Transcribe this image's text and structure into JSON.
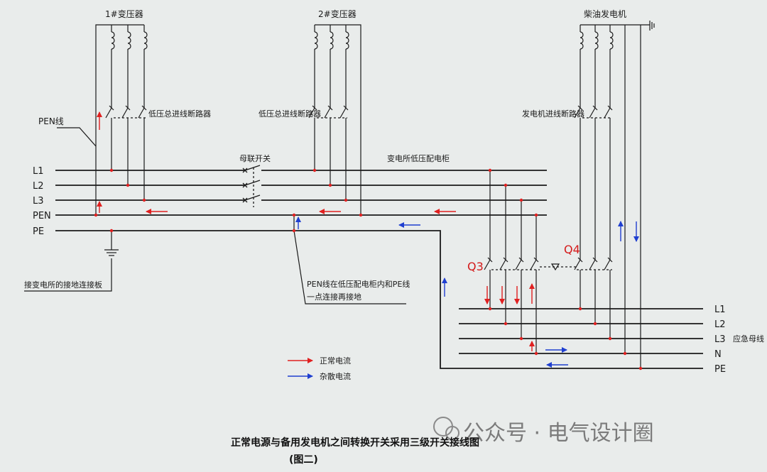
{
  "labels": {
    "transformer1": "1#变压器",
    "transformer2": "2#变压器",
    "generator": "柴油发电机",
    "breaker_main1": "低压总进线断路器",
    "breaker_main2": "低压总进线断路器",
    "breaker_gen": "发电机进线断路器",
    "pen_line": "PEN线",
    "tie_switch": "母联开关",
    "lv_cabinet": "变电所低压配电柜",
    "ground_plate": "接变电所的接地连接板",
    "pen_note_1": "PEN线在低压配电柜内和PE线",
    "pen_note_2": "一点连接再接地",
    "q3": "Q3",
    "q4": "Q4",
    "emergency_bus": "应急母线"
  },
  "bus_left": [
    "L1",
    "L2",
    "L3",
    "PEN",
    "PE"
  ],
  "bus_right": [
    "L1",
    "L2",
    "L3",
    "N",
    "PE"
  ],
  "legend": {
    "normal": "正常电流",
    "stray": "杂散电流"
  },
  "colors": {
    "normal_current": "#e02020",
    "stray_current": "#1f3fd0",
    "line": "#1a1a1a"
  },
  "title": {
    "line1": "正常电源与备用发电机之间转换开关采用三级开关接线图",
    "line2": "(图二)"
  },
  "watermark": "公众号 · 电气设计圈"
}
